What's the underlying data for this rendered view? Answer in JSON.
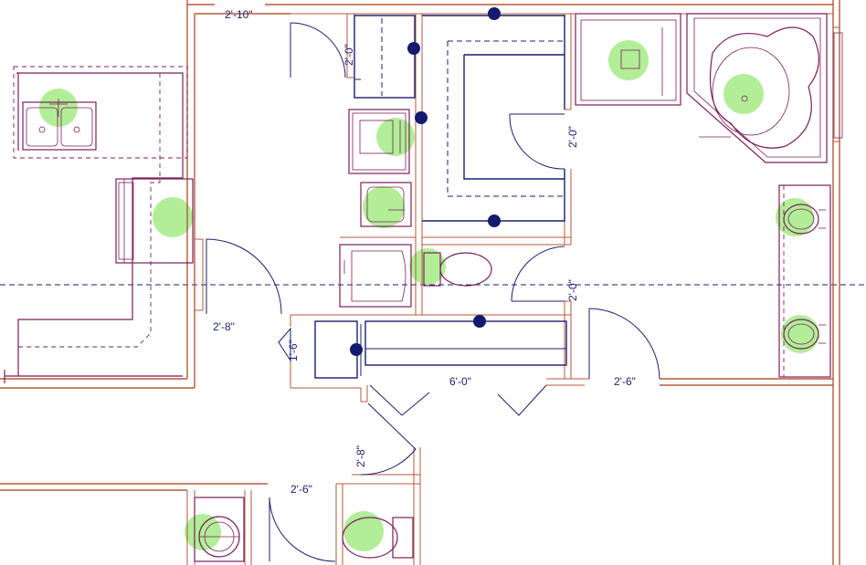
{
  "dimensions": {
    "top_door": "2'-10\"",
    "closet_width": "2'-0\"",
    "inner_door": "2'-0\"",
    "lower_door": "2'-0\"",
    "hall_left_door": "2'-8\"",
    "small_closet": "1'-6\"",
    "hall_width": "6'-0\"",
    "right_door": "2'-6\"",
    "stair_door": "2'-8\"",
    "bottom_left_door": "2'-6\""
  },
  "colors": {
    "walls": "#b55a3a",
    "fixtures": "#7a1f5c",
    "lines": "#1a1f6e",
    "highlights": "#a8ec8c"
  }
}
